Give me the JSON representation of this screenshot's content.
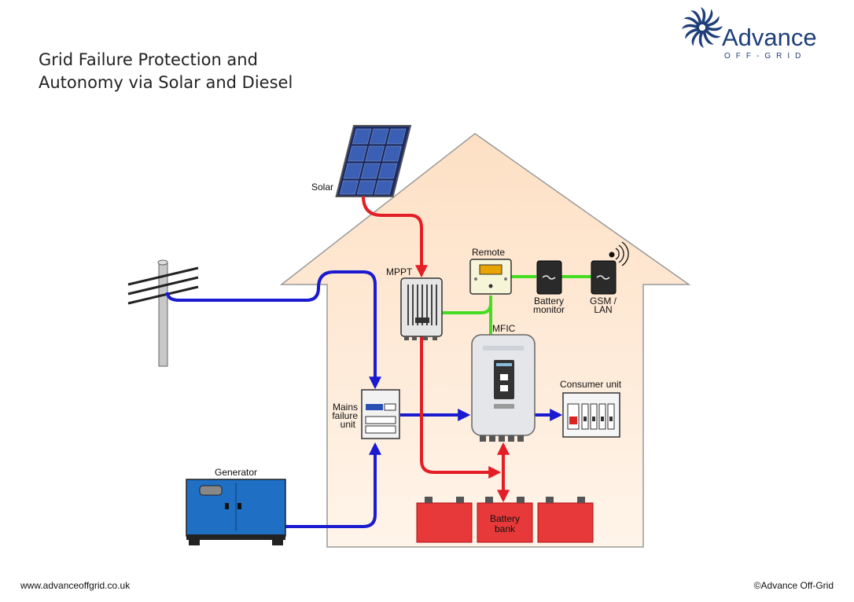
{
  "title": {
    "line1": "Grid Failure Protection and",
    "line2": "Autonomy via Solar and Diesel"
  },
  "logo": {
    "name": "Advance",
    "tagline": "OFF-GRID",
    "icon": "fan-swirl-icon",
    "color": "#1f3f7a"
  },
  "labels": {
    "solar": "Solar",
    "mppt": "MPPT",
    "remote": "Remote",
    "battery_monitor_1": "Battery",
    "battery_monitor_2": "monitor",
    "gsm_1": "GSM /",
    "gsm_2": "LAN",
    "mfic": "MFIC",
    "consumer_unit": "Consumer unit",
    "mains_1": "Mains",
    "mains_2": "failure",
    "mains_3": "unit",
    "generator": "Generator",
    "battery_bank_1": "Battery",
    "battery_bank_2": "bank"
  },
  "colors": {
    "dc_power": "#e31e24",
    "ac_power": "#1a1ad0",
    "data_link": "#44dd22",
    "generator": "#1f6fc4",
    "battery": "#e8393a",
    "house_fill": "#fde7d3"
  },
  "footer": {
    "website": "www.advanceoffgrid.co.uk",
    "copyright": "©Advance Off-Grid"
  }
}
